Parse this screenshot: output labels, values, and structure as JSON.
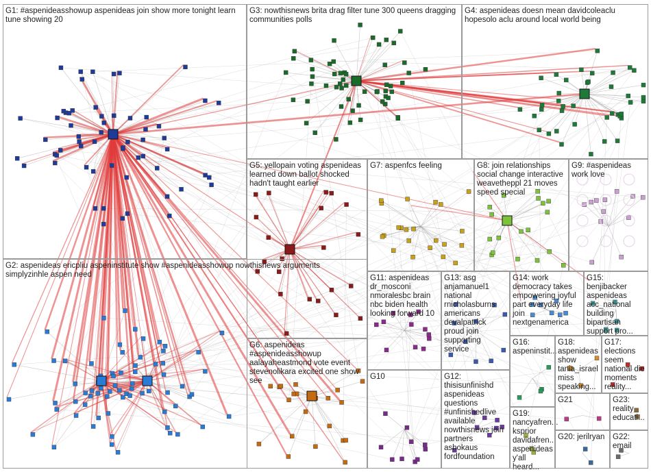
{
  "groups": [
    {
      "id": "G1",
      "label": "G1: #aspenideasshowup aspenideas join show more tonight learn tune showing 20",
      "color": "#1f3b99"
    },
    {
      "id": "G2",
      "label": "G2: aspenideas ericpliu aspeninstitute show #aspenideasshowup nowthisnews arguments simplyzinhle aspen need",
      "color": "#2a7bd6"
    },
    {
      "id": "G3",
      "label": "G3: nowthisnews brita drag filter tune 300 queens dragging communities polls",
      "color": "#1a6b2a"
    },
    {
      "id": "G4",
      "label": "G4: aspenideas doesn mean davidcoleaclu hopesolo aclu around local world being",
      "color": "#1f7a3a"
    },
    {
      "id": "G5",
      "label": "G5: yellopain voting aspenideas learned down ballot shocked hadn't taught earlier",
      "color": "#8b1a1a"
    },
    {
      "id": "G6",
      "label": "G6: aspenideas #aspenideasshowup aalayaheastmond vote event stevenolikara excited one show see",
      "color": "#c46a10"
    },
    {
      "id": "G7",
      "label": "G7: aspenfcs feeling",
      "color": "#c9a01a"
    },
    {
      "id": "G8",
      "label": "G8: join relationships social change interactive weavetheppl 21 moves speed special",
      "color": "#7cc23a"
    },
    {
      "id": "G9",
      "label": "G9: #aspenideas work love",
      "color": "#c9a0d0"
    },
    {
      "id": "G10",
      "label": "G10",
      "color": "#7a2a8a"
    },
    {
      "id": "G11",
      "label": "G11: aspenideas dr_mosconi nmoralesbc brain nbc biden health looking forward 10",
      "color": "#8a2a8a"
    },
    {
      "id": "G12",
      "label": "G12: thisisunfinishd aspenideas questions #unfinishedlive available nowthisnews join partners ashokaus fordfoundation",
      "color": "#6a3aa0"
    },
    {
      "id": "G13",
      "label": "G13: asg anjamanuel1 national rnicholasburns americans devalpatrick proud join supporting service",
      "color": "#3a5ab0"
    },
    {
      "id": "G14",
      "label": "G14: work democracy takes empowering joyful part everyday life join nextgenamerica",
      "color": "#4a8ad0"
    },
    {
      "id": "G15",
      "label": "G15: benjibacker aspenideas acc_national building bipartisan support pro...",
      "color": "#3aa0a0"
    },
    {
      "id": "G16",
      "label": "G16: aspeninstit...",
      "color": "#2a9a5a"
    },
    {
      "id": "G17",
      "label": "G17: elections seem national die moments reality...",
      "color": "#c02a2a"
    },
    {
      "id": "G18",
      "label": "G18: aspenideas show tania_israel miss speaking...",
      "color": "#d09030"
    },
    {
      "id": "G19",
      "label": "G19: nancyafren... ksprior davidafren... aspenideas y'all heard...",
      "color": "#9ab03a"
    },
    {
      "id": "G20",
      "label": "G20: jerilryan",
      "color": "#3a6a9a"
    },
    {
      "id": "G21",
      "label": "G21",
      "color": "#c03a8a"
    },
    {
      "id": "G22",
      "label": "G22: email",
      "color": "#6a6a6a"
    },
    {
      "id": "G23",
      "label": "G23: reality educati...",
      "color": "#8a6a3a"
    }
  ],
  "hub_nodes": [
    {
      "group": "G1",
      "name": "aspenideas"
    },
    {
      "group": "G3",
      "name": "nowthisnews"
    },
    {
      "group": "G5",
      "name": "yellopain"
    },
    {
      "group": "G2",
      "name": "ericpliu"
    },
    {
      "group": "G2",
      "name": "aspeninstitute"
    },
    {
      "group": "G4",
      "name": "davidcoleaclu"
    },
    {
      "group": "G8",
      "name": "weavetheppl"
    }
  ],
  "colors": {
    "edge_gray": "#9a9a9a",
    "edge_red": "#e03a3a",
    "box_border": "#9a9a9a"
  }
}
